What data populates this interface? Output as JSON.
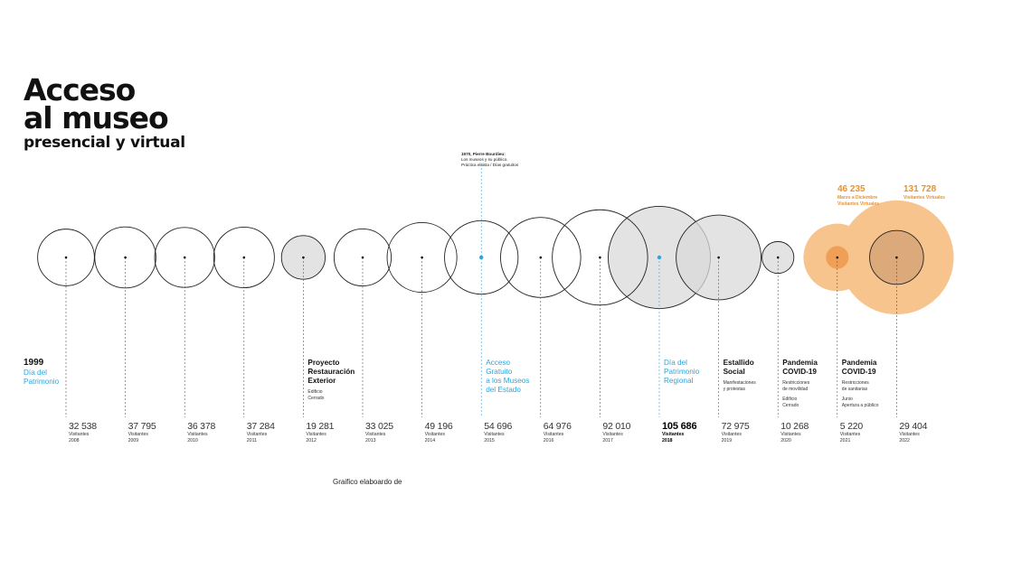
{
  "title": {
    "line1": "Acceso",
    "line2": "al museo",
    "line3": "presencial y virtual"
  },
  "note": {
    "line1": "1970, Pierre Bourdieu:",
    "line2": "Los museos y su público.",
    "line3": "Práctica elitista / Días gratuitos"
  },
  "events": [
    {
      "col": 0,
      "head": [
        "1999"
      ],
      "headStyle": "year",
      "head2": [
        "Día del",
        "Patrimonio"
      ],
      "sub": []
    },
    {
      "col": 4,
      "head": [
        "Proyecto",
        "Restauración",
        "Exterior"
      ],
      "headStyle": "bold",
      "sub": [
        "Edificio",
        "Cerrado"
      ]
    },
    {
      "col": 7,
      "head": [
        "Acceso",
        "Gratuito",
        "a los Museos",
        "del Estado"
      ],
      "headStyle": "blue",
      "sub": []
    },
    {
      "col": 10,
      "head": [
        "Día del",
        "Patrimonio",
        "Regional"
      ],
      "headStyle": "blue",
      "sub": []
    },
    {
      "col": 11,
      "head": [
        "Estallido",
        "Social"
      ],
      "headStyle": "bold",
      "sub": [
        "Manifestaciones",
        "y protestas"
      ]
    },
    {
      "col": 12,
      "head": [
        "Pandemia",
        "COVID-19"
      ],
      "headStyle": "bold",
      "sub": [
        "Restricciones",
        "de movilidad"
      ],
      "sub2": [
        "Edificio",
        "Cerrado"
      ]
    },
    {
      "col": 13,
      "head": [
        "Pandemia",
        "COVID-19"
      ],
      "headStyle": "bold",
      "sub": [
        "Restricciones",
        "de sanitarias"
      ],
      "sub2": [
        "Junio",
        "Apertura a público"
      ]
    }
  ],
  "virtual": [
    {
      "value": "46 235",
      "label": [
        "Marzo a Diciembre",
        "Visitantes Virtuales"
      ]
    },
    {
      "value": "131 728",
      "label": [
        "Visitantes Virtuales"
      ]
    }
  ],
  "footer": "Graifico elaboardo de",
  "colors": {
    "orange_light": "#f7c48e",
    "orange_dark": "#ee9a4c",
    "gray_fill": "#d9d9d9",
    "blue": "#2aa6df",
    "text": "#111111"
  },
  "chart_data": {
    "type": "scatter",
    "encoding": "circle area proportional to visitors",
    "x": [
      "2008",
      "2009",
      "2010",
      "2011",
      "2012",
      "2013",
      "2014",
      "2015",
      "2016",
      "2017",
      "2018",
      "2019",
      "2020",
      "2021",
      "2022"
    ],
    "series": [
      {
        "values": [
          32538,
          37795,
          36378,
          37284,
          19281,
          33025,
          49196,
          54696,
          64976,
          92010,
          105686,
          72975,
          10268,
          5220,
          29404
        ],
        "labels": [
          "32 538",
          "37 795",
          "36 378",
          "37 284",
          "19 281",
          "33 025",
          "49 196",
          "54 696",
          "64 976",
          "92 010",
          "105 686",
          "72 975",
          "10 268",
          "5 220",
          "29 404"
        ],
        "unit_label": "Visitantes",
        "fills": [
          "none",
          "none",
          "none",
          "none",
          "gray",
          "none",
          "none",
          "none",
          "none",
          "none",
          "gray",
          "gray",
          "gray",
          "orange",
          "orange"
        ],
        "highlight_index": 10
      },
      {
        "name_shown": false,
        "points": [
          {
            "x": "2021",
            "value": 46235
          },
          {
            "x": "2022",
            "value": 131728
          }
        ]
      }
    ]
  }
}
